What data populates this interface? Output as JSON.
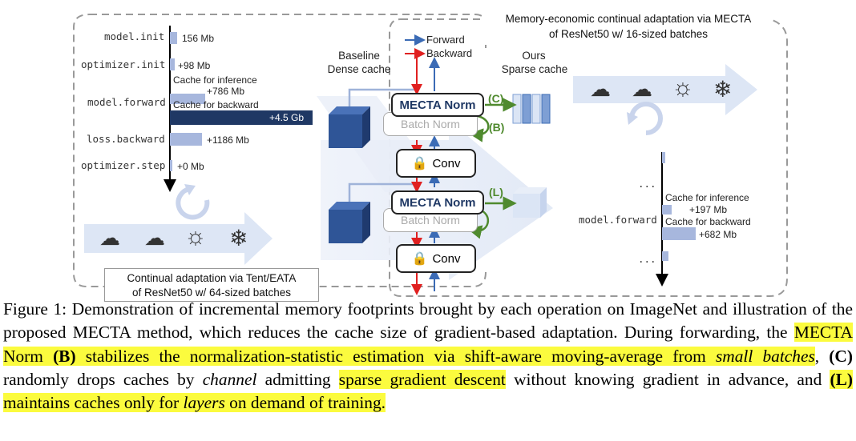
{
  "left_panel": {
    "ops": [
      "model.init",
      "optimizer.init",
      "model.forward",
      "loss.backward",
      "optimizer.step"
    ],
    "mem": {
      "init": "156 Mb",
      "optinit": "+98 Mb",
      "cache_inf_label": "Cache for inference",
      "cache_inf": "+786 Mb",
      "cache_bwd_label": "Cache for backward",
      "cache_bwd": "+4.5 Gb",
      "backward": "+1186 Mb",
      "step": "+0 Mb"
    },
    "caption_lines": [
      "Continual adaptation via Tent/EATA",
      "of ResNet50 w/ 64-sized batches"
    ]
  },
  "middle": {
    "legend_forward": "Forward",
    "legend_backward": "Backward",
    "baseline_label": [
      "Baseline",
      "Dense cache"
    ],
    "ours_label": [
      "Ours",
      "Sparse cache"
    ],
    "mecta_norm": "MECTA Norm",
    "batch_norm": "Batch Norm",
    "conv": "Conv",
    "tag_c": "(C)",
    "tag_b": "(B)",
    "tag_l": "(L)"
  },
  "right_panel": {
    "title_lines": [
      "Memory-economic continual adaptation via MECTA",
      "of ResNet50 w/ 16-sized batches"
    ],
    "op": "model.forward",
    "dots": "...",
    "cache_inf_label": "Cache for inference",
    "cache_inf": "+197 Mb",
    "cache_bwd_label": "Cache for backward",
    "cache_bwd": "+682 Mb"
  },
  "caption": {
    "figure_label": "Figure 1:",
    "t1": " Demonstration of incremental memory footprints brought by each operation on ImageNet and illustration of the proposed MECTA method, which reduces the cache size of gradient-based adaptation. During forwarding, the ",
    "h1": "MECTA Norm ",
    "h1b": "(B)",
    "h2": " stabilizes the normalization-statistic estimation via shift-aware moving-average from ",
    "h2i": "small batches",
    "t2": ", ",
    "c_label": "(C)",
    "t3": " randomly drops caches by ",
    "t3i": "channel",
    "t4": " admitting ",
    "h3": "sparse gradient descent",
    "t5": " without knowing gradient in advance, and ",
    "h4b": "(L)",
    "h4": " maintains caches only for ",
    "h4i": "layers",
    "h5": " on demand of training."
  },
  "colors": {
    "dark_bar": "#1f3864",
    "light_bar": "#a7b7dd",
    "accent_green": "#4f8a2e",
    "mecta_text": "#1f3864",
    "highlight": "#fbfb3e"
  }
}
